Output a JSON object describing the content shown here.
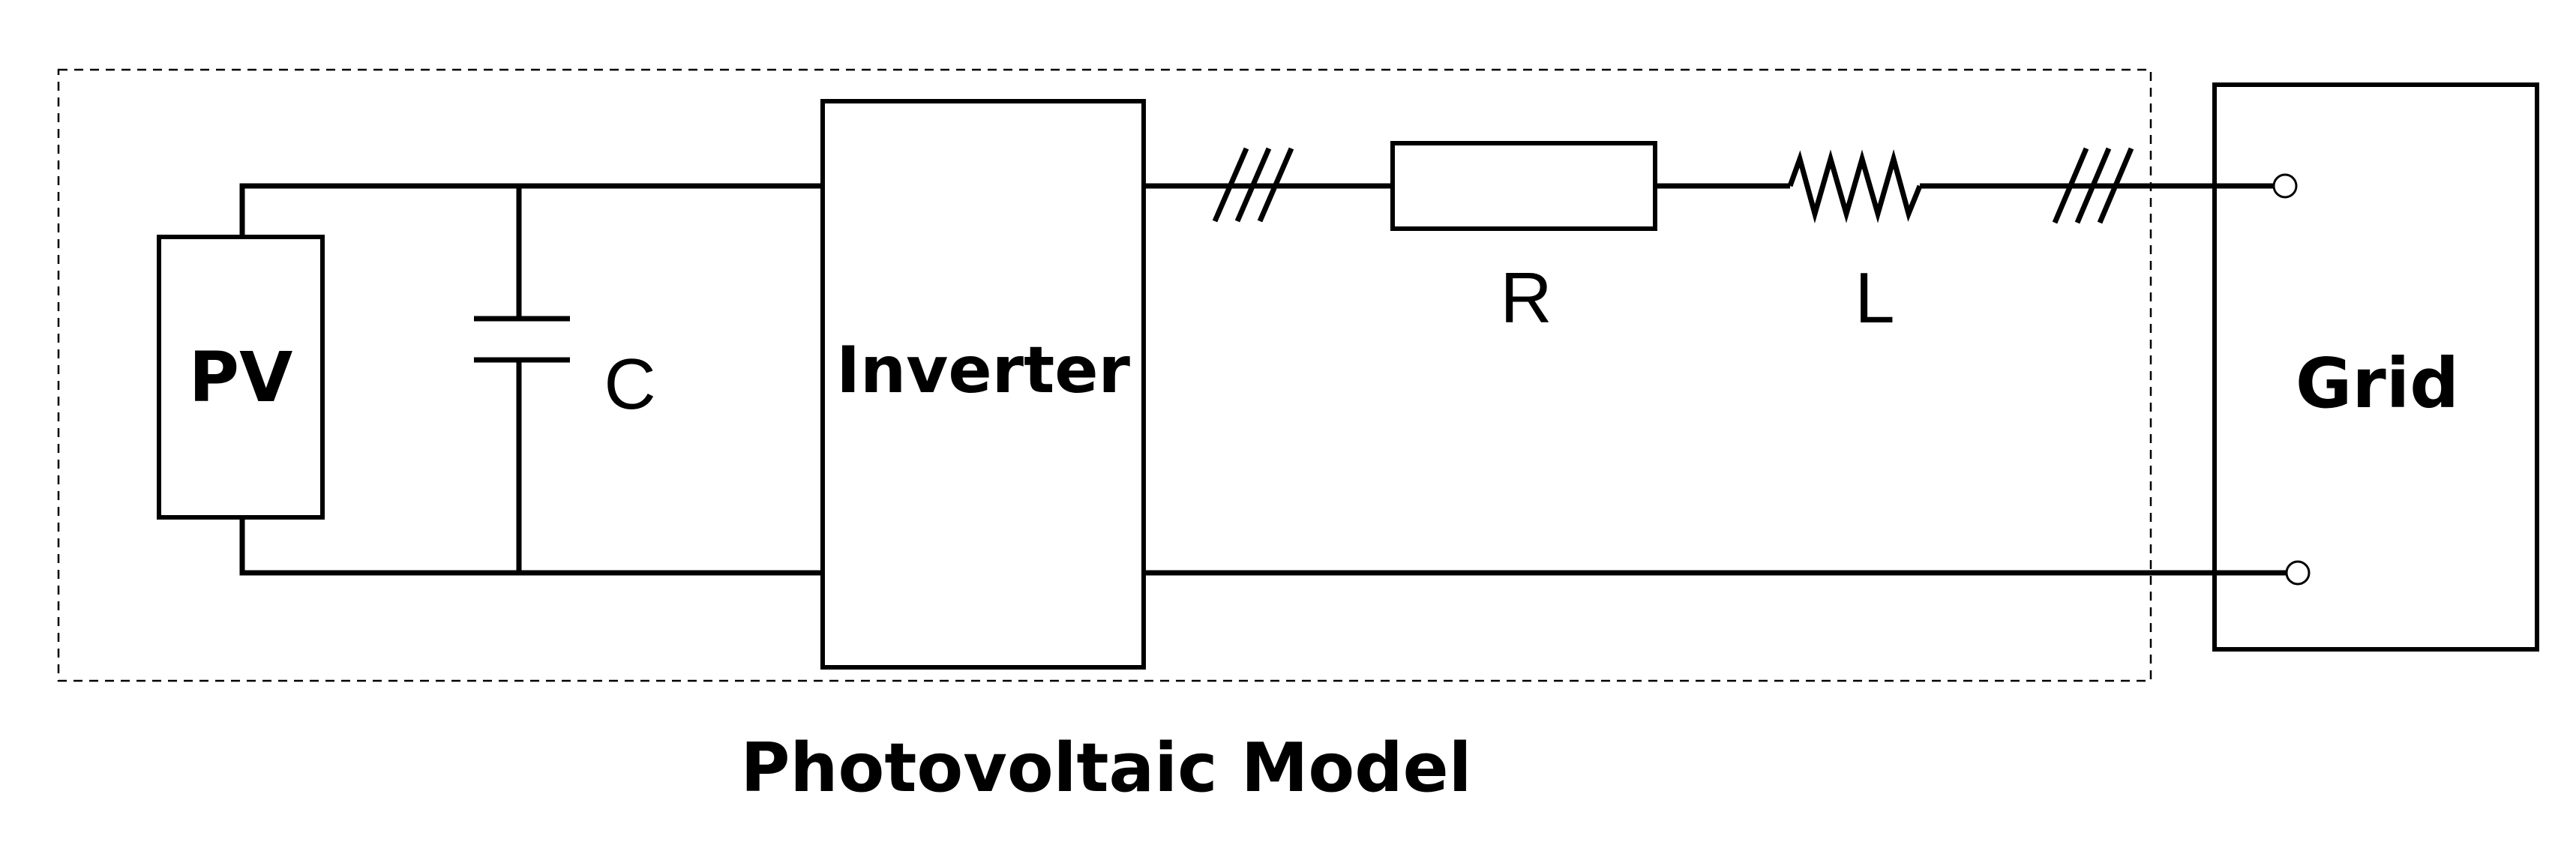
{
  "labels": {
    "pv": "PV",
    "capacitor": "C",
    "inverter": "Inverter",
    "resistor": "R",
    "inductor": "L",
    "grid": "Grid",
    "model_title": "Photovoltaic Model"
  }
}
